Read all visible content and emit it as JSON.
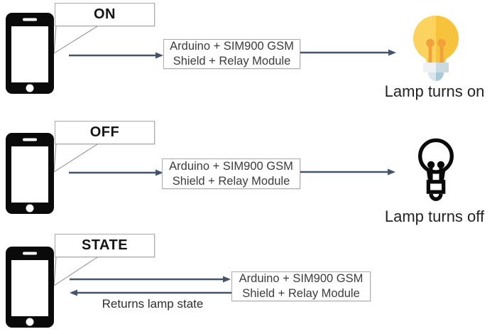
{
  "diagram": {
    "rows": [
      {
        "command": "ON",
        "caption": "Lamp turns on"
      },
      {
        "command": "OFF",
        "caption": "Lamp turns off"
      },
      {
        "command": "STATE",
        "return_label": "Returns lamp state"
      }
    ],
    "device_box": {
      "line1": "Arduino + SIM900 GSM",
      "line2": "Shield + Relay Module"
    },
    "icons": {
      "sender": "smartphone-icon",
      "result_on": "lamp-on-icon",
      "result_off": "lamp-off-icon"
    },
    "colors": {
      "arrow": "#44546A",
      "callout_tail": "#8c8c8c",
      "bulb_left": "#FBD35E",
      "bulb_right": "#F7C23C",
      "filament": "#F2A13A",
      "socket_left": "#EEF2F4",
      "socket_right": "#CBD9E1",
      "tip_left": "#D9E7ED",
      "tip_right": "#A6C8D7",
      "outline": "#0A0A0A"
    }
  }
}
